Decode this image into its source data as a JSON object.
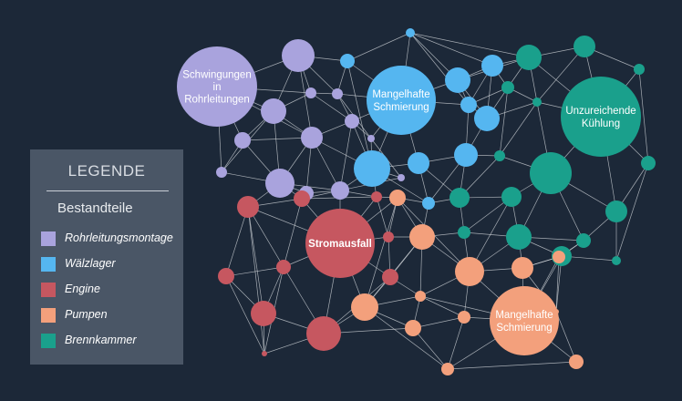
{
  "colors": {
    "background": "#1c2838",
    "edge": "#d6d9de",
    "legend_bg": "#4a5666"
  },
  "legend": {
    "title": "LEGENDE",
    "subtitle": "Bestandteile",
    "items": [
      {
        "label": "Rohrleitungsmontage",
        "color": "#a9a3dd"
      },
      {
        "label": "Wälzlager",
        "color": "#55b6f0"
      },
      {
        "label": "Engine",
        "color": "#c65760"
      },
      {
        "label": "Pumpen",
        "color": "#f3a07c"
      },
      {
        "label": "Brennkammer",
        "color": "#1aa08c"
      }
    ]
  },
  "hubs": {
    "rohr": {
      "label_lines": [
        "Schwingungen",
        "in",
        "Rohrleitungen"
      ]
    },
    "wael": {
      "label_lines": [
        "Mangelhafte",
        "Schmierung"
      ]
    },
    "brenn": {
      "label_lines": [
        "Unzureichende",
        "Kühlung"
      ]
    },
    "engine": {
      "label_lines": [
        "Stromausfall"
      ]
    },
    "pump": {
      "label_lines": [
        "Mangelhafte",
        "Schmierung"
      ]
    }
  }
}
